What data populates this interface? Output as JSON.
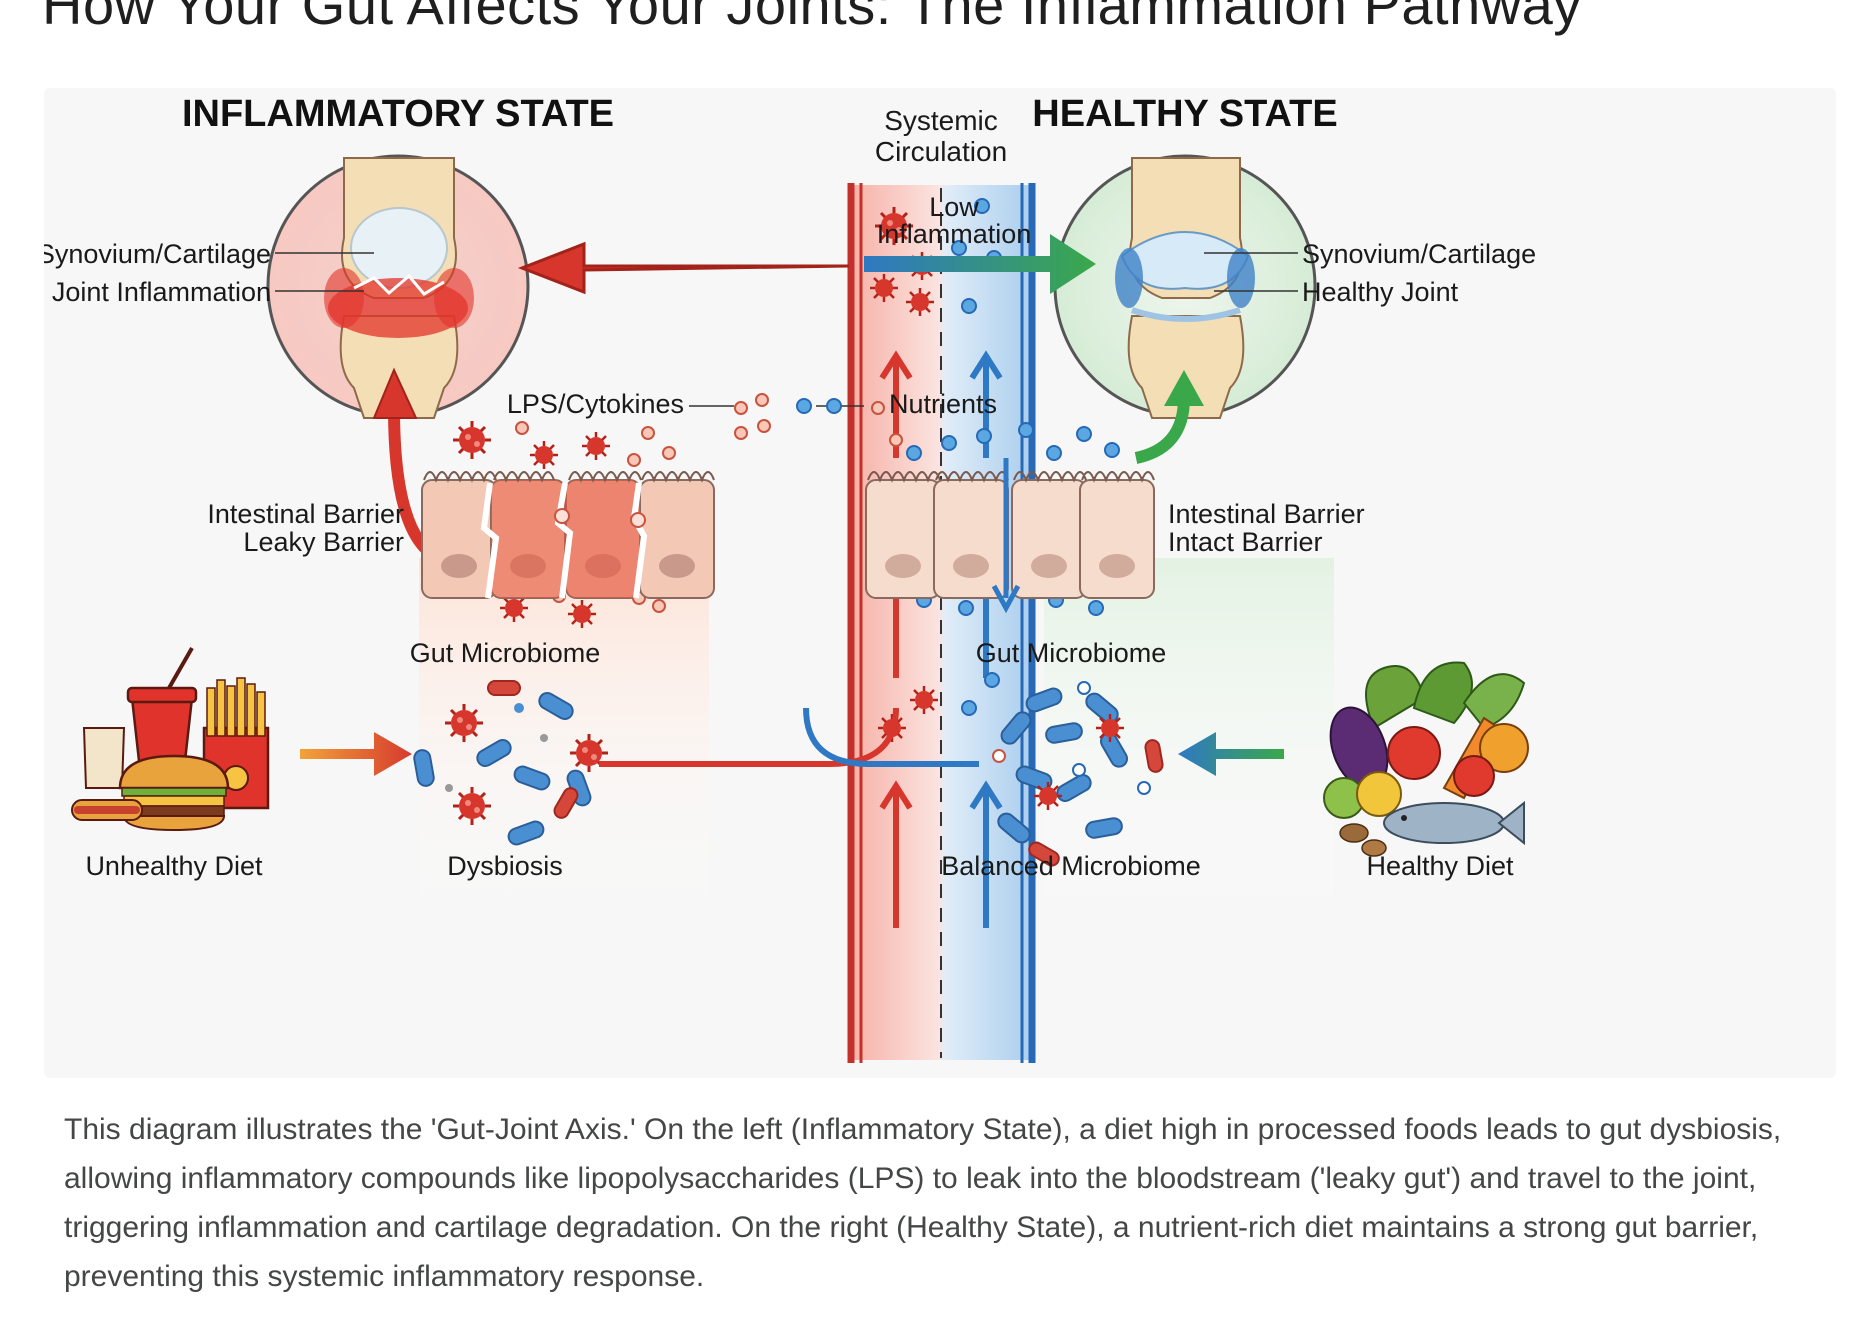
{
  "page": {
    "title": "How Your Gut Affects Your Joints: The Inflammation Pathway",
    "caption": "This diagram illustrates the 'Gut-Joint Axis.' On the left (Inflammatory State), a diet high in processed foods leads to gut dysbiosis, allowing inflammatory compounds like lipopolysaccharides (LPS) to leak into the bloodstream ('leaky gut') and travel to the joint, triggering inflammation and cartilage degradation. On the right (Healthy State), a nutrient-rich diet maintains a strong gut barrier, preventing this systemic inflammatory response."
  },
  "diagram": {
    "left": {
      "heading": "INFLAMMATORY STATE",
      "joint_label_1": "Synovium/Cartilage",
      "joint_label_2": "Joint Inflammation",
      "barrier_label_1": "Intestinal Barrier",
      "barrier_label_2": "Leaky Barrier",
      "microbiome_label": "Gut Microbiome",
      "microbiome_state": "Dysbiosis",
      "diet_label": "Unhealthy Diet",
      "compounds_label": "LPS/Cytokines"
    },
    "center": {
      "label_1": "Systemic",
      "label_2": "Circulation"
    },
    "right": {
      "heading": "HEALTHY STATE",
      "joint_label_1": "Synovium/Cartilage",
      "joint_label_2": "Healthy Joint",
      "barrier_label_1": "Intestinal Barrier",
      "barrier_label_2": "Intact Barrier",
      "microbiome_label": "Gut Microbiome",
      "microbiome_state": "Balanced Microbiome",
      "diet_label": "Healthy Diet",
      "nutrients_label": "Nutrients",
      "flow_label_1": "Low",
      "flow_label_2": "Inflammation"
    },
    "colors": {
      "inflammatory": "#d63a2e",
      "healthy": "#2f78c4",
      "healthy_arrow": "#3aa84a",
      "circulation_red": "#f6b9b0",
      "circulation_blue": "#b9d6ef"
    }
  }
}
